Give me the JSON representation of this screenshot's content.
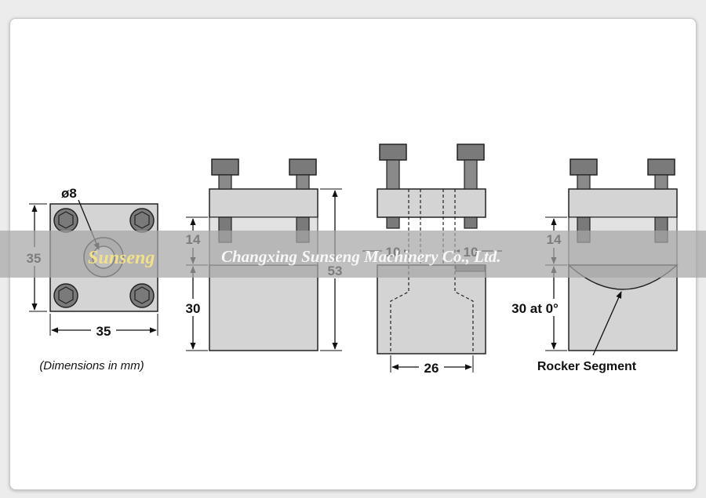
{
  "diagram": {
    "dimensions": {
      "bore": "ø8",
      "top_height": "35",
      "top_width": "35",
      "upper_height": "14",
      "lower_height": "30",
      "total_height": "53",
      "slot_left": "10",
      "slot_right": "10",
      "base_width": "26",
      "right_upper": "14",
      "right_lower": "30 at 0°"
    },
    "caption": "(Dimensions in mm)",
    "rocker_label": "Rocker Segment"
  },
  "watermark": {
    "logo": "Sunseng",
    "text": "Changxing Sunseng Machinery Co., Ltd."
  },
  "colors": {
    "body_gray": "#d4d4d4",
    "bolt_gray": "#7a7a7a",
    "band": "#a6a6a6"
  }
}
